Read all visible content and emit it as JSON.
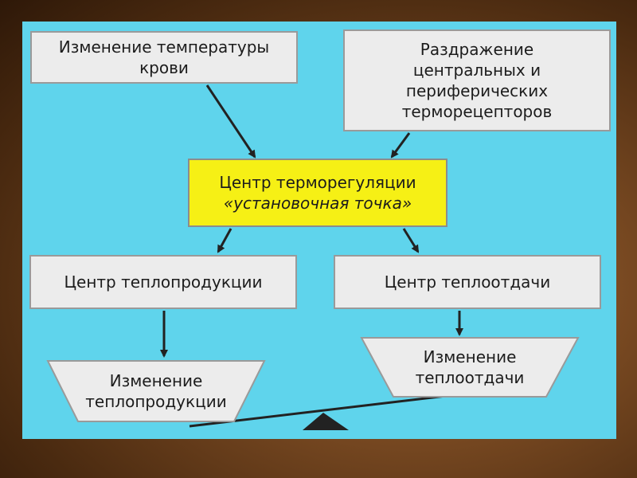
{
  "nodes": {
    "blood_temp": "Изменение температуры\nкрови",
    "receptors": "Раздражение\nцентральных и\nпериферических\nтерморецепторов",
    "center_line1": "Центр терморегуляции",
    "center_line2": "«установочная точка»",
    "heat_production_center": "Центр теплопродукции",
    "heat_transfer_center": "Центр теплоотдачи",
    "heat_transfer_change": "Изменение\nтеплоотдачи",
    "heat_production_change": "Изменение\nтеплопродукции"
  },
  "colors": {
    "slide_background": "#5fd4ec",
    "center_box": "#f6f015",
    "box": "#ececec",
    "arrow": "#222222"
  }
}
